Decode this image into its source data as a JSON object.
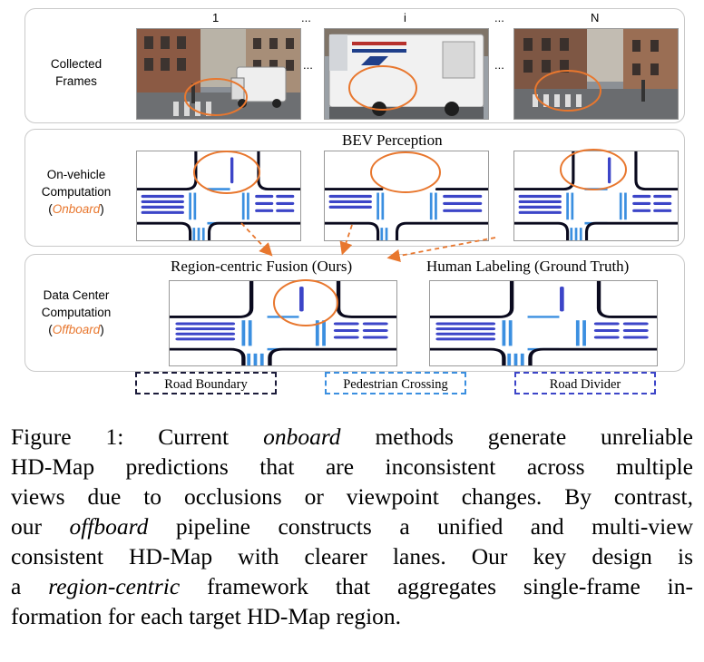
{
  "collected": {
    "label_lines": [
      "Collected",
      "Frames"
    ],
    "frame_labels": [
      "1",
      "i",
      "N"
    ],
    "ellipsis": "..."
  },
  "onboard": {
    "title": "BEV Perception",
    "label_lines": [
      "On-vehicle",
      "Computation"
    ],
    "mode": "Onboard"
  },
  "offboard": {
    "label_lines": [
      "Data Center",
      "Computation"
    ],
    "mode": "Offboard",
    "fusion_title": "Region-centric Fusion (Ours)",
    "gt_title": "Human Labeling (Ground Truth)"
  },
  "legend": [
    {
      "label": "Road Boundary",
      "color": "#1b1b3a"
    },
    {
      "label": "Pedestrian Crossing",
      "color": "#3b8fe0"
    },
    {
      "label": "Road Divider",
      "color": "#3c45c8"
    }
  ],
  "colors": {
    "accent_orange": "#e8772e",
    "boundary": "#0a0a1e",
    "crossing": "#3b8fe0",
    "divider": "#3c45c8"
  },
  "caption": {
    "lines": [
      [
        "Figure 1:  Current ",
        {
          "i": "onboard"
        },
        " methods generate unreliable"
      ],
      [
        "HD-Map predictions that are inconsistent across multiple"
      ],
      [
        "views due to occlusions or viewpoint changes. By contrast,"
      ],
      [
        "our ",
        {
          "i": "offboard"
        },
        " pipeline constructs a unified and multi-view"
      ],
      [
        "consistent HD-Map with clearer lanes.  Our key design is"
      ],
      [
        "a ",
        {
          "i": "region-centric"
        },
        " framework that aggregates single-frame in-"
      ],
      [
        "formation for each target HD-Map region."
      ]
    ]
  }
}
